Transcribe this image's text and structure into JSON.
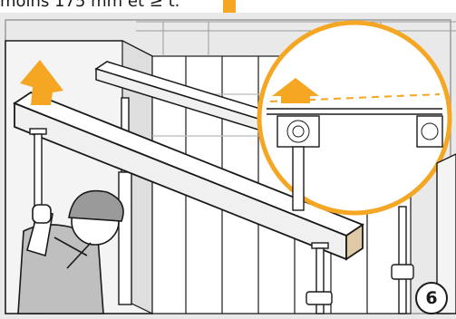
{
  "caption": "moins 175 mm et ≥ t.",
  "step_number": "6",
  "colors": {
    "accent": "#f5a623",
    "line": "#1a1a1a",
    "wall": "#e9e9e9",
    "panel": "#ffffff"
  },
  "icons": [
    "up-arrow-icon",
    "magnifier-circle",
    "step-number-badge"
  ]
}
